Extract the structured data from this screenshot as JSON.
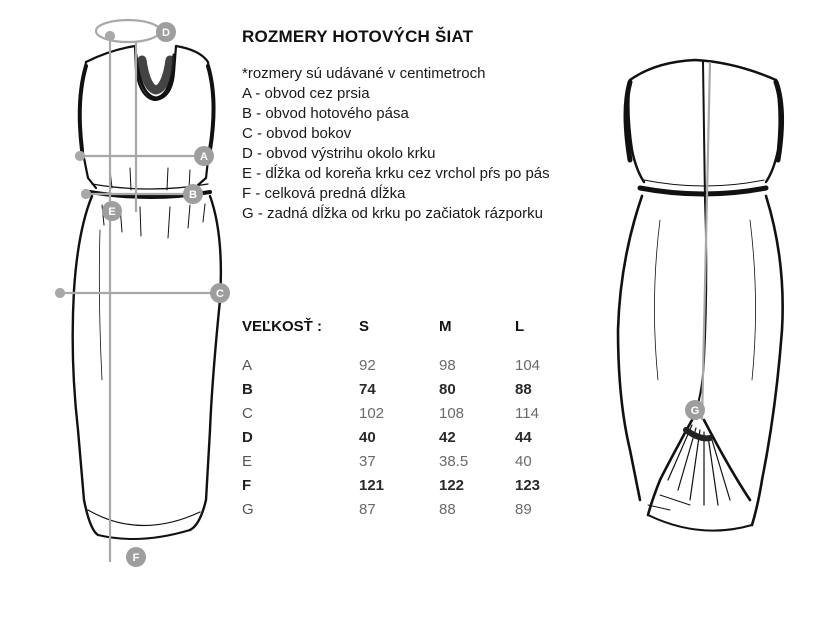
{
  "heading": "ROZMERY HOTOVÝCH ŠIAT",
  "legend": {
    "note": "*rozmery sú udávané v centimetroch",
    "lines": [
      "A - obvod cez prsia",
      "B - obvod hotového pása",
      "C - obvod bokov",
      "D - obvod výstrihu okolo krku",
      "E - dĺžka od koreňa krku cez vrchol pŕs po pás",
      "F - celková predná dĺžka",
      "G - zadná dĺžka od krku po začiatok rázporku"
    ]
  },
  "size_table": {
    "headers": [
      "VEĽKOSŤ :",
      "S",
      "M",
      "L"
    ],
    "rows": [
      {
        "code": "A",
        "values": [
          "92",
          "98",
          "104"
        ],
        "bold": false
      },
      {
        "code": "B",
        "values": [
          "74",
          "80",
          "88"
        ],
        "bold": true
      },
      {
        "code": "C",
        "values": [
          "102",
          "108",
          "114"
        ],
        "bold": false
      },
      {
        "code": "D",
        "values": [
          "40",
          "42",
          "44"
        ],
        "bold": true
      },
      {
        "code": "E",
        "values": [
          "37",
          "38.5",
          "40"
        ],
        "bold": false
      },
      {
        "code": "F",
        "values": [
          "121",
          "122",
          "123"
        ],
        "bold": true
      },
      {
        "code": "G",
        "values": [
          "87",
          "88",
          "89"
        ],
        "bold": false
      }
    ]
  },
  "markers": {
    "front": [
      "A",
      "B",
      "C",
      "D",
      "E",
      "F"
    ],
    "back": [
      "G"
    ]
  },
  "colors": {
    "marker": "#9e9e9e",
    "measure_line": "#a8a8a8",
    "ink": "#111111"
  }
}
